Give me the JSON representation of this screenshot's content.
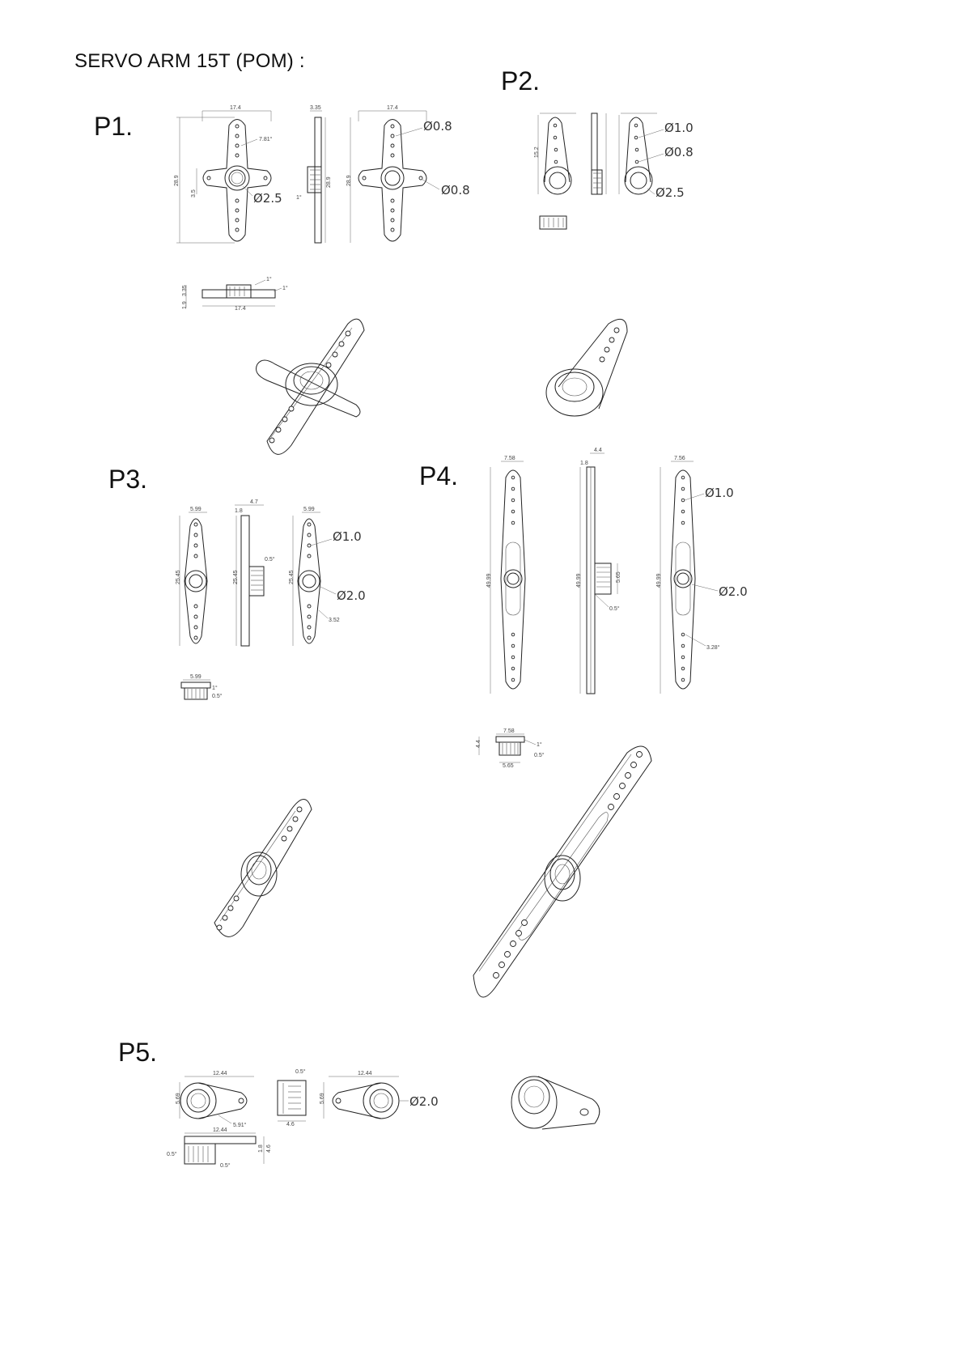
{
  "title": "SERVO ARM 15T (POM) :",
  "parts": [
    {
      "id": "P1.",
      "dims": {
        "width": "17.4",
        "height": "28.9",
        "thick": "3.35",
        "arm": "3.5",
        "d1": "1.9",
        "angle": "7.81°",
        "tilt": "1°"
      },
      "callouts": [
        "Ø0.8",
        "Ø2.5",
        "Ø0.8"
      ]
    },
    {
      "id": "P2.",
      "dims": {
        "height": "15.2"
      },
      "callouts": [
        "Ø1.0",
        "Ø0.8",
        "Ø2.5"
      ]
    },
    {
      "id": "P3.",
      "dims": {
        "width": "5.99",
        "height": "25.45",
        "thick": "4.7",
        "t2": "1.8",
        "angle": "0.5°",
        "taper": "3.52"
      },
      "callouts": [
        "Ø1.0",
        "Ø2.0"
      ]
    },
    {
      "id": "P4.",
      "dims": {
        "width": "7.58",
        "height": "49.99",
        "thick": "4.4",
        "t2": "1.8",
        "hub": "5.65",
        "angle": "0.5°",
        "taper": "3.28°",
        "width2": "7.56",
        "tilt": "1°"
      },
      "callouts": [
        "Ø1.0",
        "Ø2.0"
      ]
    },
    {
      "id": "P5.",
      "dims": {
        "length": "12.44",
        "height": "5.69",
        "angle": "5.91°",
        "thick": "4.6",
        "t2": "1.8",
        "chamfer": "0.5°"
      },
      "callouts": [
        "Ø2.0"
      ]
    }
  ]
}
